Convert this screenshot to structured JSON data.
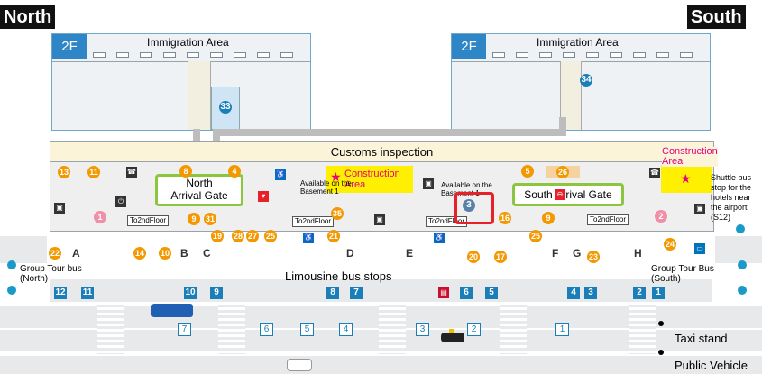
{
  "labels": {
    "north": "North",
    "south": "South",
    "floor_2f": "2F",
    "immigration": "Immigration Area",
    "customs": "Customs inspection",
    "north_gate": "North\nArrival Gate",
    "south_gate": "South Arrival Gate",
    "construction": "Construction\nArea",
    "basement_note": "Available on the\nBasement 1",
    "to_2nd_floor": "To2ndFloor",
    "limousine": "Limousine bus stops",
    "group_tour_north": "Group Tour bus\n(North)",
    "group_tour_south": "Group Tour Bus\n(South)",
    "shuttle": "Shuttle bus\nstop for the\nhotels near\nthe airport\n(S12)",
    "taxi": "Taxi stand",
    "public_vehicle": "Public Vehicle"
  },
  "area_numbers": {
    "n33": "33",
    "n34": "34",
    "n13": "13",
    "n11": "11",
    "n8": "8",
    "n4": "4",
    "n5": "5",
    "n26": "26",
    "n1": "1",
    "n2": "2",
    "n9a": "9",
    "n31": "31",
    "n35": "35",
    "n3": "3",
    "n16": "16",
    "n9b": "9",
    "n22": "22",
    "n14": "14",
    "n10": "10",
    "n19": "19",
    "n28": "28",
    "n27": "27",
    "n25a": "25",
    "n21": "21",
    "n20": "20",
    "n17": "17",
    "n25b": "25",
    "n23": "23",
    "n24": "24"
  },
  "stop_letters": [
    "A",
    "B",
    "C",
    "D",
    "E",
    "F",
    "G",
    "H"
  ],
  "bus_stops": [
    "12",
    "11",
    "10",
    "9",
    "8",
    "7",
    "6",
    "5",
    "4",
    "3",
    "2",
    "1"
  ],
  "taxi_lane": [
    "7",
    "6",
    "5",
    "4",
    "3",
    "2",
    "1"
  ],
  "colors": {
    "blue": "#2f86c7",
    "green": "#8cc63f",
    "orange": "#f39800",
    "magenta": "#e4007f",
    "yellow": "#ffef00"
  }
}
